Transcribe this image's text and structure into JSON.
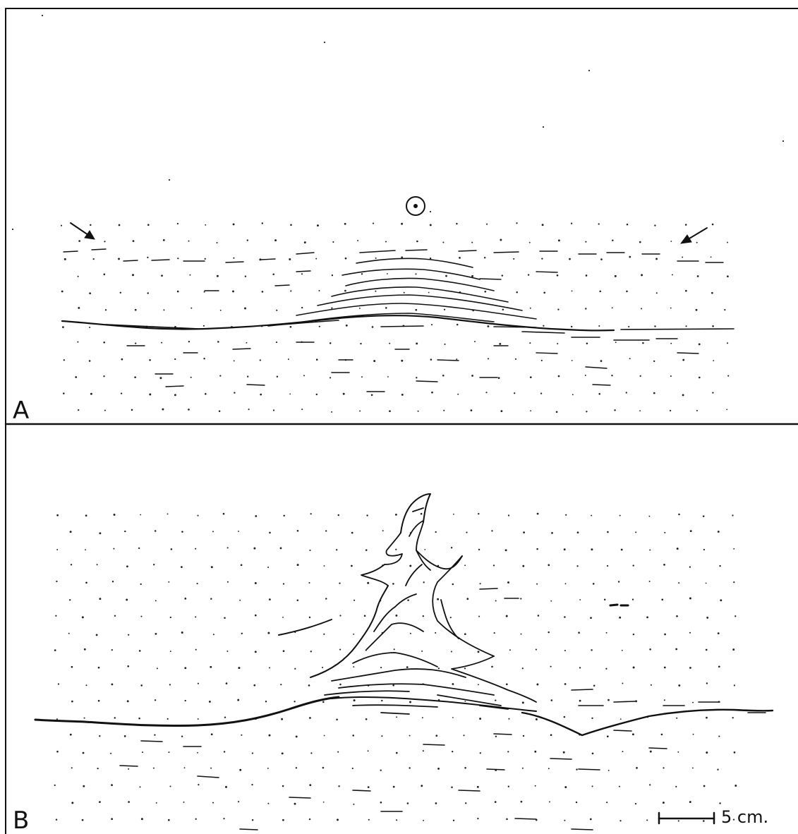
{
  "figure": {
    "panel_a": {
      "label": "A"
    },
    "panel_b": {
      "label": "B"
    },
    "scale_bar": {
      "label": "5 cm."
    },
    "colors": {
      "ink": "#111111",
      "paper": "#ffffff"
    },
    "symbols": [
      "arrow-icon",
      "circled-dot-icon"
    ]
  }
}
